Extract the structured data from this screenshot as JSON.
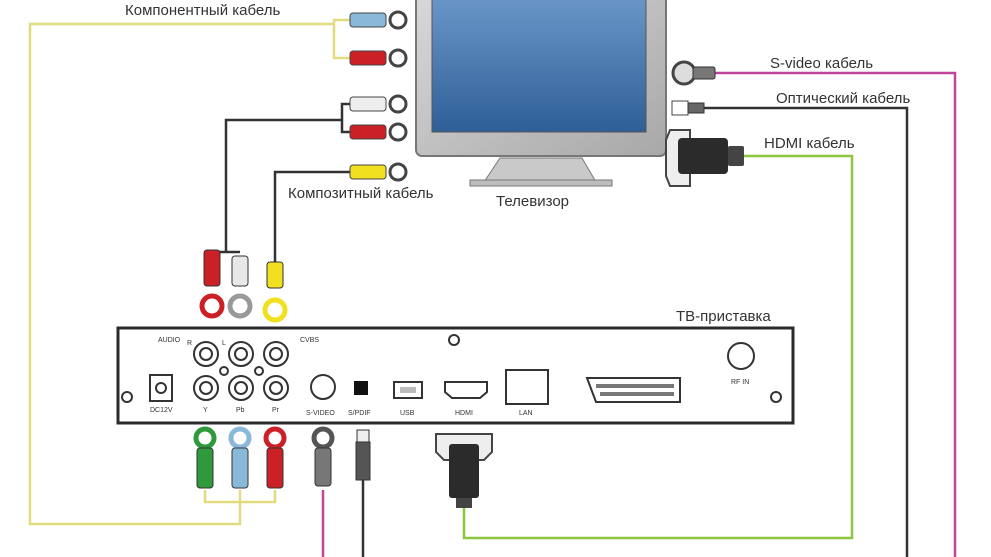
{
  "labels": {
    "component_cable": "Компонентный кабель",
    "composite_cable": "Композитный кабель",
    "svideo_cable": "S-video кабель",
    "optical_cable": "Оптический кабель",
    "hdmi_cable": "HDMI кабель",
    "tv": "Телевизор",
    "stb": "ТВ-приставка"
  },
  "ports": {
    "audio": "AUDIO",
    "audio_r": "R",
    "audio_l": "L",
    "cvbs": "CVBS",
    "dc": "DC12V",
    "y": "Y",
    "pb": "Pb",
    "pr": "Pr",
    "svideo": "S-VIDEO",
    "spdif": "S/PDIF",
    "usb": "USB",
    "hdmi": "HDMI",
    "lan": "LAN",
    "rfin": "RF IN"
  },
  "colors": {
    "component_wire": "#e3dc7e",
    "composite_wire": "#333333",
    "svideo_wire": "#c2449a",
    "optical_wire": "#333333",
    "hdmi_wire": "#8cc63f",
    "green_plug": "#2e9a3c",
    "blue_plug": "#8ab8d8",
    "red_plug": "#cc2027",
    "yellow_plug": "#f0e020",
    "white_plug": "#e8e8e8",
    "tv_screen": "#3c6fa6"
  }
}
